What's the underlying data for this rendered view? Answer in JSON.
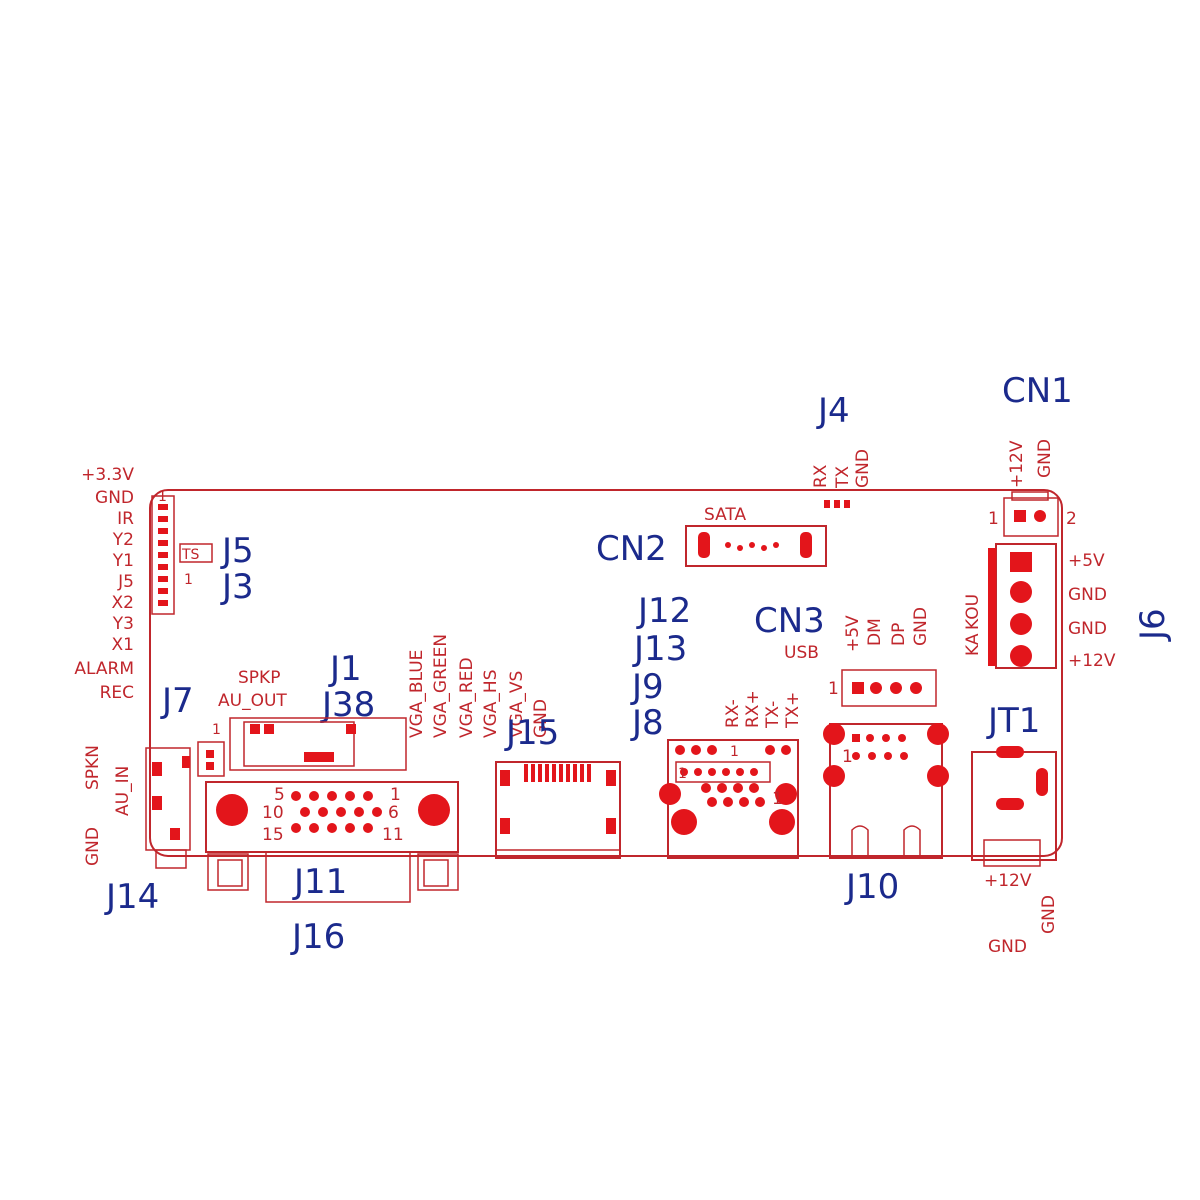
{
  "connectors": {
    "cn1": "CN1",
    "cn2": "CN2",
    "cn3": "CN3",
    "j1": "J1",
    "j3": "J3",
    "j4": "J4",
    "j5": "J5",
    "j6": "J6",
    "j7": "J7",
    "j8": "J8",
    "j9": "J9",
    "j10": "J10",
    "j11": "J11",
    "j12": "J12",
    "j13": "J13",
    "j14": "J14",
    "j15": "J15",
    "j16": "J16",
    "j38": "J38",
    "jt1": "JT1"
  },
  "pins": {
    "j5_header": [
      "+3.3V",
      "GND",
      "IR",
      "Y2",
      "Y1",
      "J5",
      "X2",
      "Y3",
      "X1",
      "ALARM",
      "REC"
    ],
    "ts": "TS",
    "pin_one": "1",
    "pin_two": "2",
    "j4": [
      "RX",
      "TX",
      "GND"
    ],
    "sata": "SATA",
    "cn1": [
      "+12V",
      "GND"
    ],
    "j6": [
      "+5V",
      "GND",
      "GND",
      "+12V"
    ],
    "j6_side": [
      "KA",
      "KOU"
    ],
    "cn3_usb": "USB",
    "cn3": [
      "+5V",
      "DM",
      "DP",
      "GND"
    ],
    "j12": [
      "RX-",
      "RX+",
      "TX-",
      "TX+"
    ],
    "vga": [
      "VGA_BLUE",
      "VGA_GREEN",
      "VGA_RED",
      "VGA_HS",
      "VGA_VS",
      "GND"
    ],
    "spkp": "SPKP",
    "au_out": "AU_OUT",
    "j14": [
      "GND",
      "SPKN",
      "AU_IN"
    ],
    "db15": [
      "5",
      "10",
      "15",
      "6",
      "11",
      "1"
    ],
    "jt1": [
      "+12V",
      "GND",
      "GND"
    ]
  },
  "colors": {
    "board_ink": "#c0262c",
    "pad_fill": "#e3151b",
    "label_blue": "#1b2a8c"
  }
}
